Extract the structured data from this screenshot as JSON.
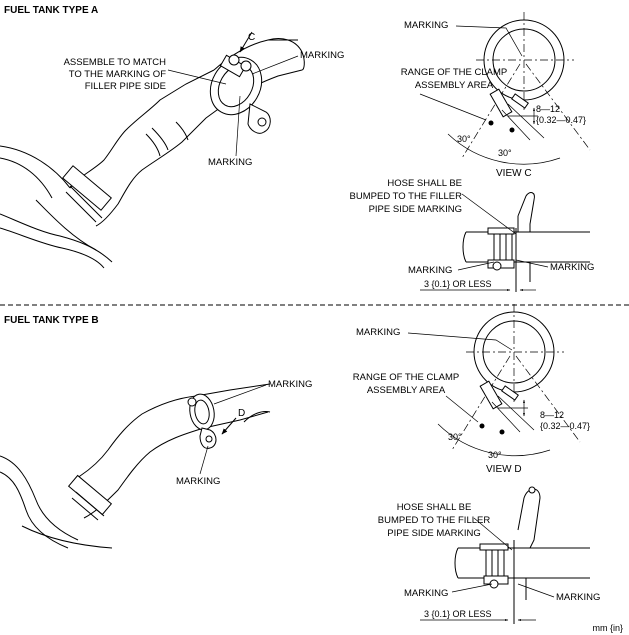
{
  "section_a": {
    "title": "FUEL TANK TYPE A",
    "arrow_view": "C",
    "note_assemble": [
      "ASSEMBLE TO MATCH",
      "TO THE MARKING OF",
      "FILLER PIPE SIDE"
    ],
    "label_marking_top": "MARKING",
    "label_marking_bottom": "MARKING",
    "view": {
      "label_marking": "MARKING",
      "range_text": [
        "RANGE OF THE CLAMP",
        "ASSEMBLY AREA"
      ],
      "dim_mm": "8—12",
      "dim_in": "{0.32—0.47}",
      "angle_left": "30°",
      "angle_right": "30°",
      "caption": "VIEW C"
    },
    "side": {
      "hose_note": [
        "HOSE SHALL BE",
        "BUMPED TO THE FILLER",
        "PIPE SIDE MARKING"
      ],
      "label_left": "MARKING",
      "label_right": "MARKING",
      "gap": "3 {0.1} OR LESS"
    }
  },
  "section_b": {
    "title": "FUEL TANK TYPE B",
    "arrow_view": "D",
    "label_marking_top": "MARKING",
    "label_marking_bottom": "MARKING",
    "view": {
      "label_marking": "MARKING",
      "range_text": [
        "RANGE OF THE CLAMP",
        "ASSEMBLY AREA"
      ],
      "dim_mm": "8—12",
      "dim_in": "{0.32—0.47}",
      "angle_left": "30°",
      "angle_right": "30°",
      "caption": "VIEW D"
    },
    "side": {
      "hose_note": [
        "HOSE SHALL BE",
        "BUMPED TO THE FILLER",
        "PIPE SIDE MARKING"
      ],
      "label_left": "MARKING",
      "label_right": "MARKING",
      "gap": "3 {0.1} OR LESS"
    }
  },
  "unit_note": "mm {in}"
}
